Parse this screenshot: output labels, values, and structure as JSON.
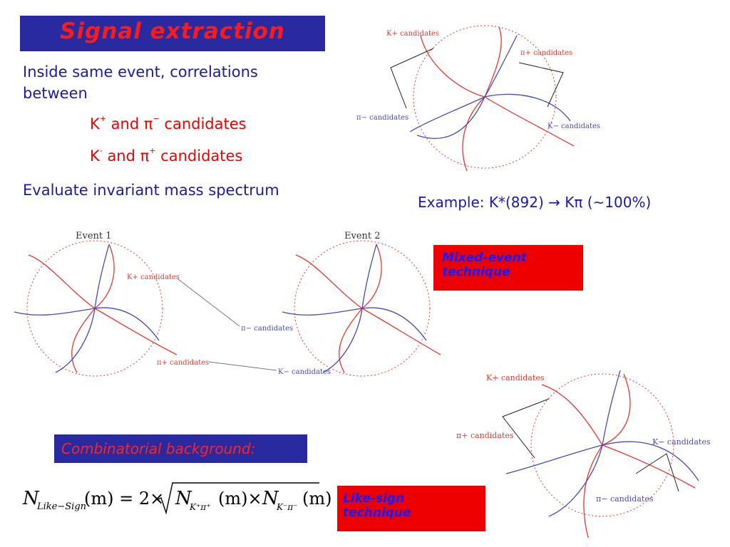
{
  "title": "Signal extraction",
  "intro": {
    "line1": "Inside same event, correlations between",
    "pair1": {
      "k": "K",
      "k_sup": "+",
      "mid": " and π",
      "pi_sup": "−",
      "end": " candidates"
    },
    "pair2": {
      "k": "K",
      "k_sup": "-",
      "mid": " and π",
      "pi_sup": "+",
      "end": " candidates"
    },
    "line4": "Evaluate invariant mass spectrum"
  },
  "example": "Example:  K*(892) → Kπ (~100%)",
  "mixed_event": "Mixed-event technique",
  "combinatorial": "Combinatorial  background:",
  "like_sign": " Like-sign technique",
  "diagram_top": {
    "k_plus": "K+ candidates",
    "pi_plus": "π+ candidates",
    "pi_minus": "π− candidates",
    "k_minus": "K− candidates"
  },
  "diagram_events": {
    "event1": "Event 1",
    "event2": "Event 2",
    "k_plus": "K+ candidates",
    "pi_plus": "π+ candidates",
    "pi_minus": "π− candidates",
    "k_minus": "K− candidates"
  },
  "diagram_bottom": {
    "k_plus": "K+ candidates",
    "pi_plus": "π+ candidates",
    "k_minus": "K− candidates",
    "pi_minus": "π− candidates"
  },
  "formula": {
    "lhs": "N",
    "lhs_sub": "Like−Sign",
    "arg": "(m) = 2×",
    "n1": "N",
    "n1_sub": "K⁺π⁺",
    "mid": "(m)×",
    "n2": "N",
    "n2_sub": "K⁻π⁻",
    "end": "(m)"
  },
  "colors": {
    "title_bg": "#2a2aa0",
    "title_fg": "#ff1a1a",
    "body_blue": "#1a1aa6",
    "accent_red": "#ee0000",
    "track_red": "#e8372b",
    "track_blue": "#4a4ab8"
  }
}
